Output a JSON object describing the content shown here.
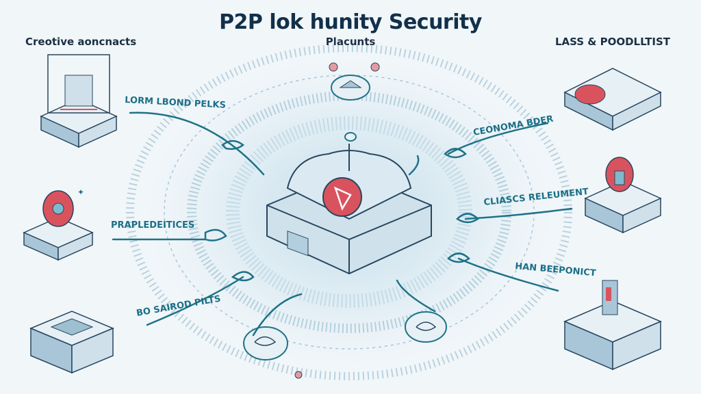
{
  "title": "P2P lok hunity Security",
  "headers": {
    "left": "Creotive aoncnacts",
    "center": "Placunts",
    "right": "LASS & POODLLTIST"
  },
  "labels": {
    "top_left": "LORM LBOND PELKS",
    "mid_left": "PRAPLEDEITICES",
    "bottom_left": "BO SAIROD PILTS",
    "top_right": "CEONOMA BDER",
    "mid_right": "CLIASCS RELEUMENT",
    "bottom_right": "HAN BEEPONICT"
  },
  "colors": {
    "accent": "#1e7287",
    "title": "#12304a",
    "alert": "#d9535f",
    "background": "#f1f6f9"
  }
}
